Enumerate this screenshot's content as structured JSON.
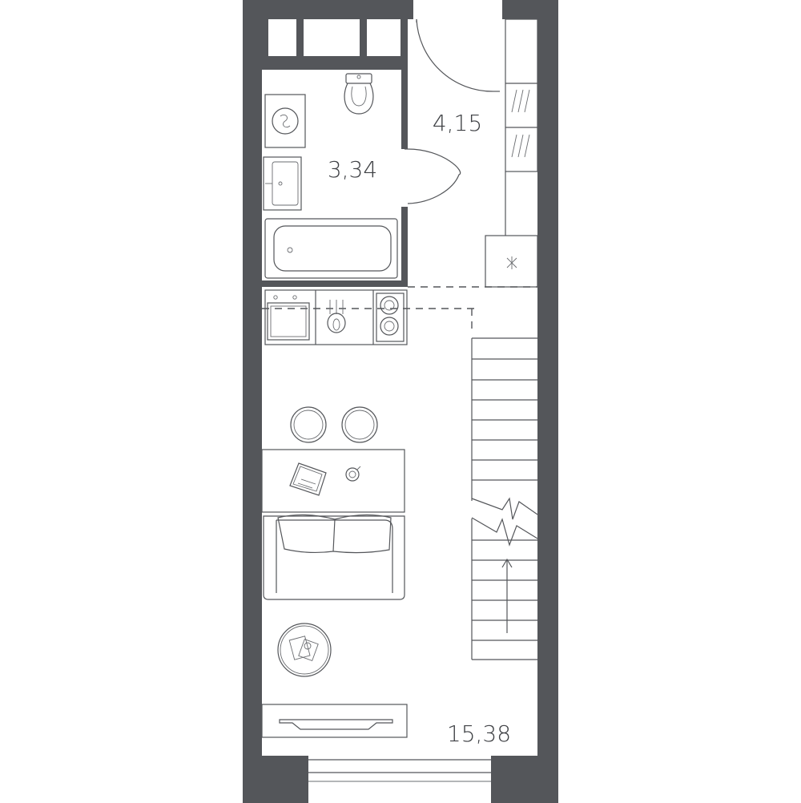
{
  "rooms": [
    {
      "id": "bathroom",
      "area": "3,34"
    },
    {
      "id": "hallway",
      "area": "4,15"
    },
    {
      "id": "living-room",
      "area": "15,38"
    }
  ],
  "colors": {
    "wall": "#54565a",
    "line": "#54565a",
    "background": "#ffffff"
  }
}
